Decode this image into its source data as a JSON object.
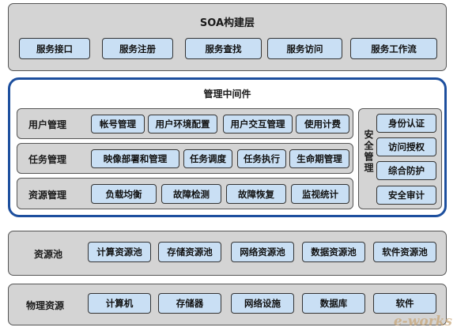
{
  "soa": {
    "title": "SOA构建层",
    "items": [
      "服务接口",
      "服务注册",
      "服务查找",
      "服务访问",
      "服务工作流"
    ]
  },
  "middleware": {
    "title": "管理中间件",
    "user_mgmt": {
      "label": "用户管理",
      "items": [
        "帐号管理",
        "用户环境配置",
        "用户交互管理",
        "使用计费"
      ]
    },
    "task_mgmt": {
      "label": "任务管理",
      "items": [
        "映像部署和管理",
        "任务调度",
        "任务执行",
        "生命期管理"
      ]
    },
    "resource_mgmt": {
      "label": "资源管理",
      "items": [
        "负载均衡",
        "故障检测",
        "故障恢复",
        "监视统计"
      ]
    },
    "security": {
      "label": "安全管理",
      "items": [
        "身份认证",
        "访问授权",
        "综合防护",
        "安全审计"
      ]
    }
  },
  "pool": {
    "label": "资源池",
    "items": [
      "计算资源池",
      "存储资源池",
      "网络资源池",
      "数据资源池",
      "软件资源池"
    ]
  },
  "physical": {
    "label": "物理资源",
    "items": [
      "计算机",
      "存储器",
      "网络设施",
      "数据库",
      "软件"
    ]
  },
  "watermark": "e-works"
}
